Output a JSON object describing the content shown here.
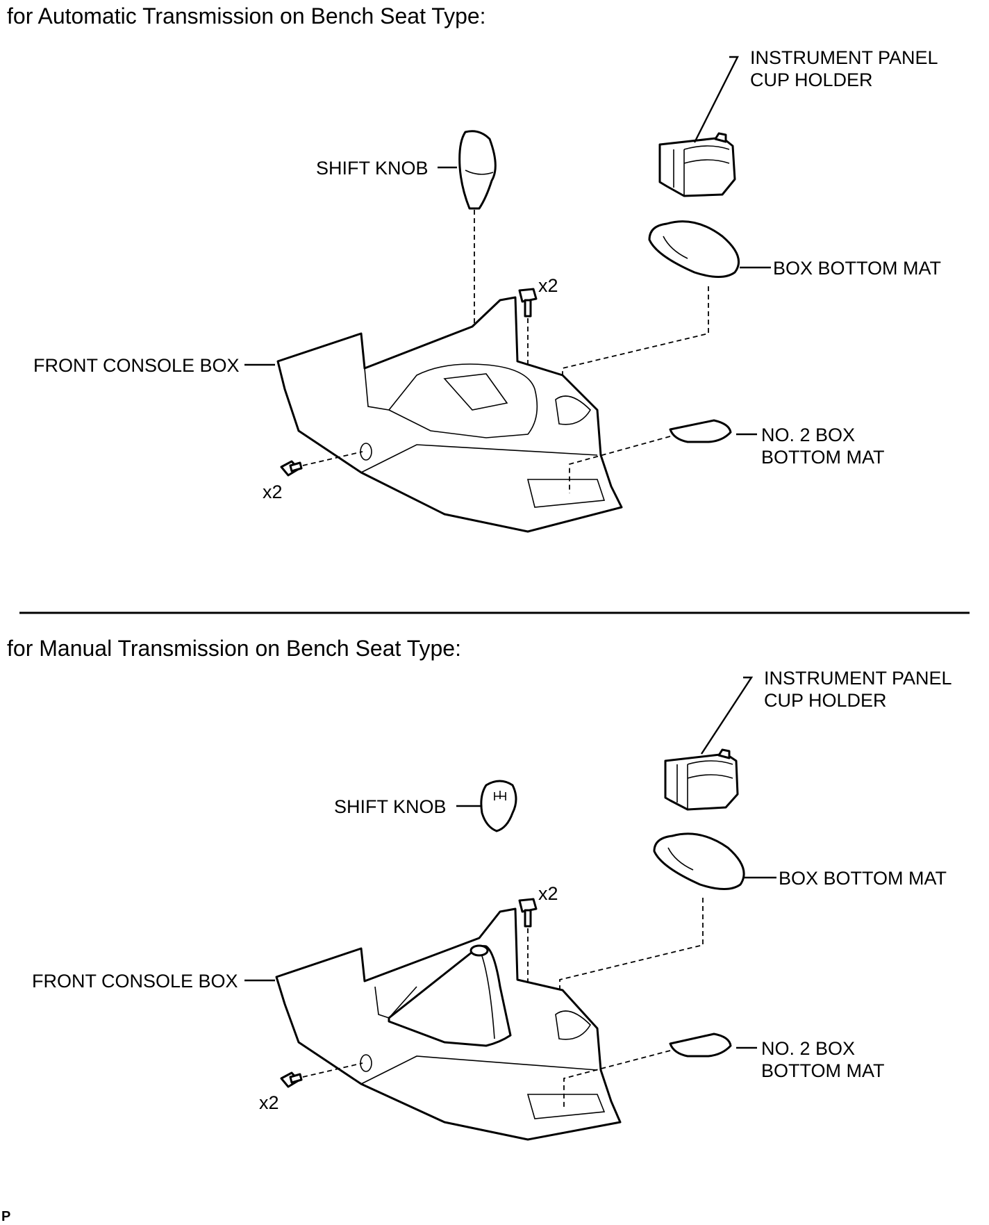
{
  "sections": [
    {
      "heading": "for Automatic Transmission on Bench Seat Type:",
      "labels": {
        "cup_holder_line1": "INSTRUMENT PANEL",
        "cup_holder_line2": "CUP HOLDER",
        "shift_knob": "SHIFT KNOB",
        "box_bottom_mat": "BOX BOTTOM MAT",
        "front_console_box": "FRONT CONSOLE BOX",
        "no2_mat_line1": "NO. 2 BOX",
        "no2_mat_line2": "BOTTOM MAT",
        "bolt_qty_top": "x2",
        "bolt_qty_left": "x2"
      }
    },
    {
      "heading": "for Manual Transmission on Bench Seat Type:",
      "labels": {
        "cup_holder_line1": "INSTRUMENT PANEL",
        "cup_holder_line2": "CUP HOLDER",
        "shift_knob": "SHIFT KNOB",
        "box_bottom_mat": "BOX BOTTOM MAT",
        "front_console_box": "FRONT CONSOLE BOX",
        "no2_mat_line1": "NO. 2 BOX",
        "no2_mat_line2": "BOTTOM MAT",
        "bolt_qty_top": "x2",
        "bolt_qty_left": "x2"
      }
    }
  ],
  "footer_mark": "P"
}
